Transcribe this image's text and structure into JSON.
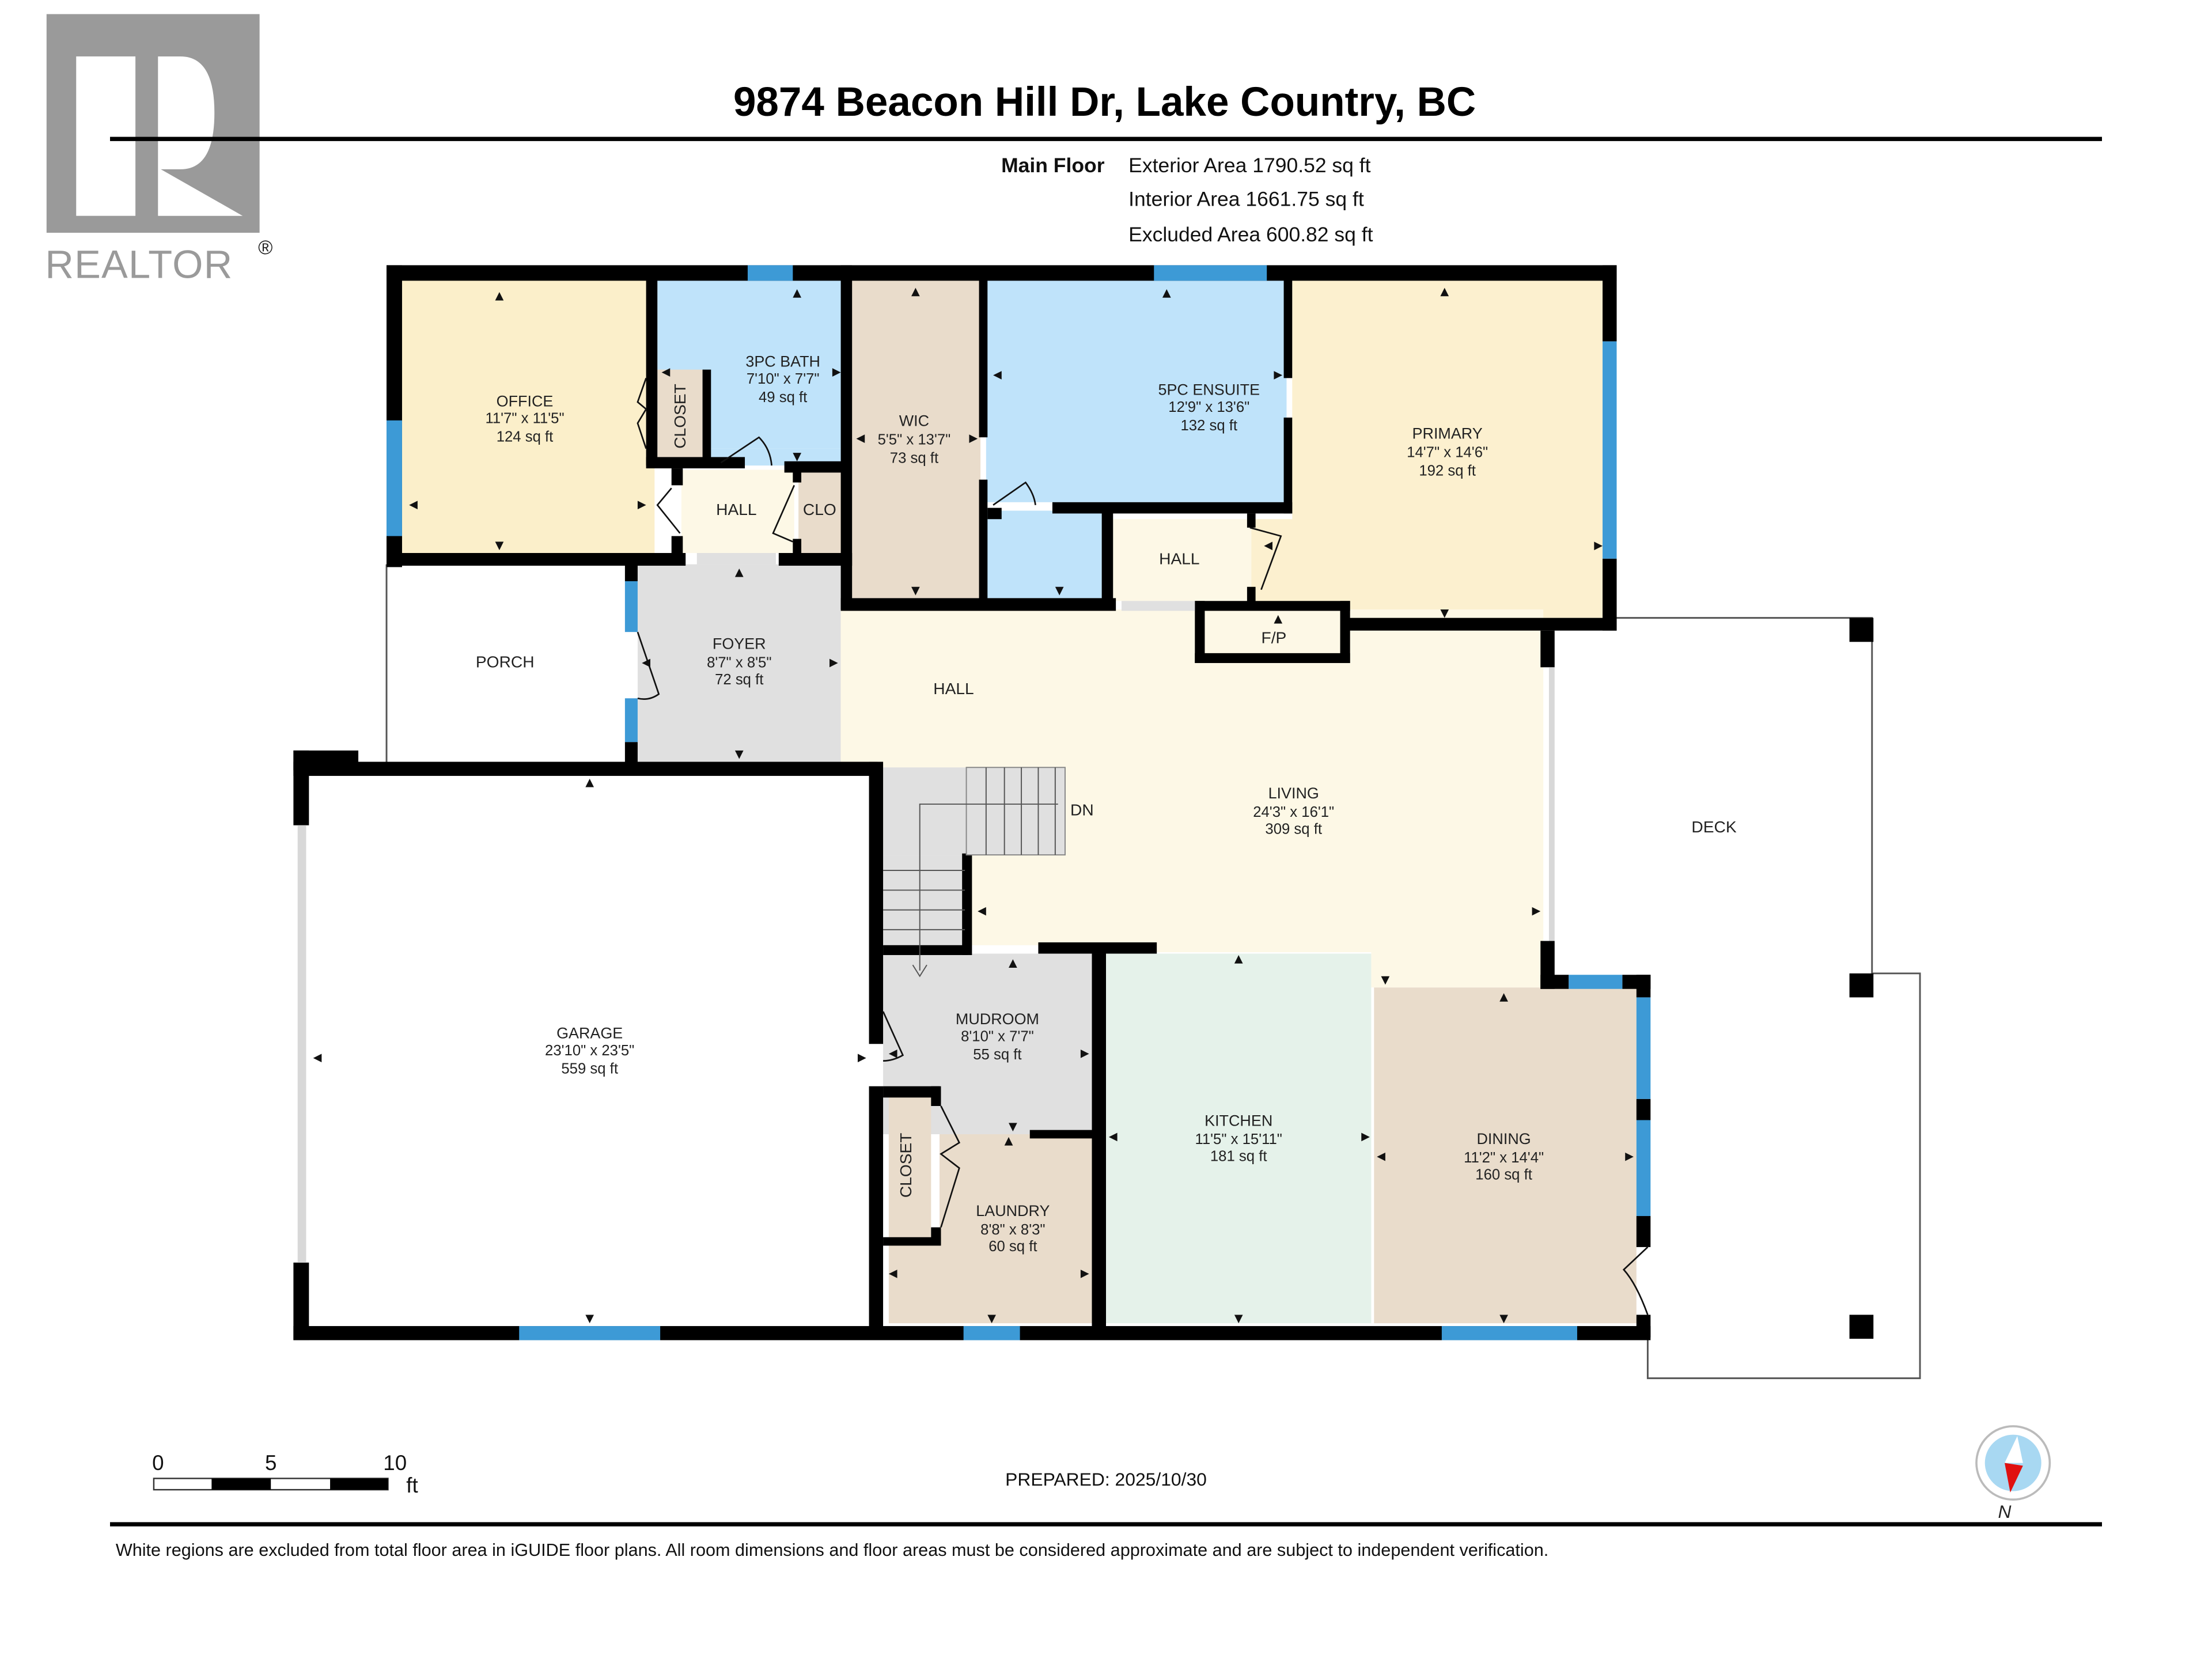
{
  "header": {
    "title": "9874 Beacon Hill Dr, Lake Country, BC",
    "logo_text": "REALTOR",
    "logo_mark": "®"
  },
  "areas": {
    "floor_label": "Main Floor",
    "exterior": "Exterior Area 1790.52 sq ft",
    "interior": "Interior Area 1661.75 sq ft",
    "excluded": "Excluded Area 600.82 sq ft"
  },
  "rooms": {
    "office": {
      "name": "OFFICE",
      "dims": "11'7\" x 11'5\"",
      "area": "124 sq ft",
      "color": "#fbefca"
    },
    "bath3": {
      "name": "3PC BATH",
      "dims": "7'10\" x 7'7\"",
      "area": "49 sq ft",
      "color": "#bfe3fa"
    },
    "wic": {
      "name": "WIC",
      "dims": "5'5\" x 13'7\"",
      "area": "73 sq ft",
      "color": "#e9dccb"
    },
    "ensuite": {
      "name": "5PC ENSUITE",
      "dims": "12'9\" x 13'6\"",
      "area": "132 sq ft",
      "color": "#bfe3fa"
    },
    "primary": {
      "name": "PRIMARY",
      "dims": "14'7\" x 14'6\"",
      "area": "192 sq ft",
      "color": "#fcf0cf"
    },
    "foyer": {
      "name": "FOYER",
      "dims": "8'7\" x 8'5\"",
      "area": "72 sq ft",
      "color": "#e0e0e0"
    },
    "living": {
      "name": "LIVING",
      "dims": "24'3\" x 16'1\"",
      "area": "309 sq ft",
      "color": "#fdf8e6"
    },
    "garage": {
      "name": "GARAGE",
      "dims": "23'10\" x 23'5\"",
      "area": "559 sq ft",
      "color": "#ffffff"
    },
    "mudroom": {
      "name": "MUDROOM",
      "dims": "8'10\" x 7'7\"",
      "area": "55 sq ft",
      "color": "#e0e0e0"
    },
    "laundry": {
      "name": "LAUNDRY",
      "dims": "8'8\" x 8'3\"",
      "area": "60 sq ft",
      "color": "#e9dccb"
    },
    "kitchen": {
      "name": "KITCHEN",
      "dims": "11'5\" x 15'11\"",
      "area": "181 sq ft",
      "color": "#e5f2ea"
    },
    "dining": {
      "name": "DINING",
      "dims": "11'2\" x 14'4\"",
      "area": "160 sq ft",
      "color": "#e9dccb"
    }
  },
  "labels": {
    "closet_office": "CLOSET",
    "closet_laundry": "CLOSET",
    "hall_upper_left": "HALL",
    "clo": "CLO",
    "hall_upper_right": "HALL",
    "hall_main": "HALL",
    "porch": "PORCH",
    "fp": "F/P",
    "stairs_dn": "DN",
    "deck": "DECK"
  },
  "scale_bar": {
    "ticks": [
      "0",
      "5",
      "10"
    ],
    "unit": "ft"
  },
  "prepared": "PREPARED: 2025/10/30",
  "compass": {
    "label": "N"
  },
  "footer": {
    "disclaimer": "White regions are excluded from total floor area in iGUIDE floor plans. All room dimensions and floor areas must be considered approximate and are subject to independent verification."
  },
  "colors": {
    "wall": "#000000",
    "window": "#3d9ad6",
    "logo_gray": "#9a9a9a",
    "compass_bg": "#a8d8f2",
    "compass_needle": "#e01010"
  }
}
